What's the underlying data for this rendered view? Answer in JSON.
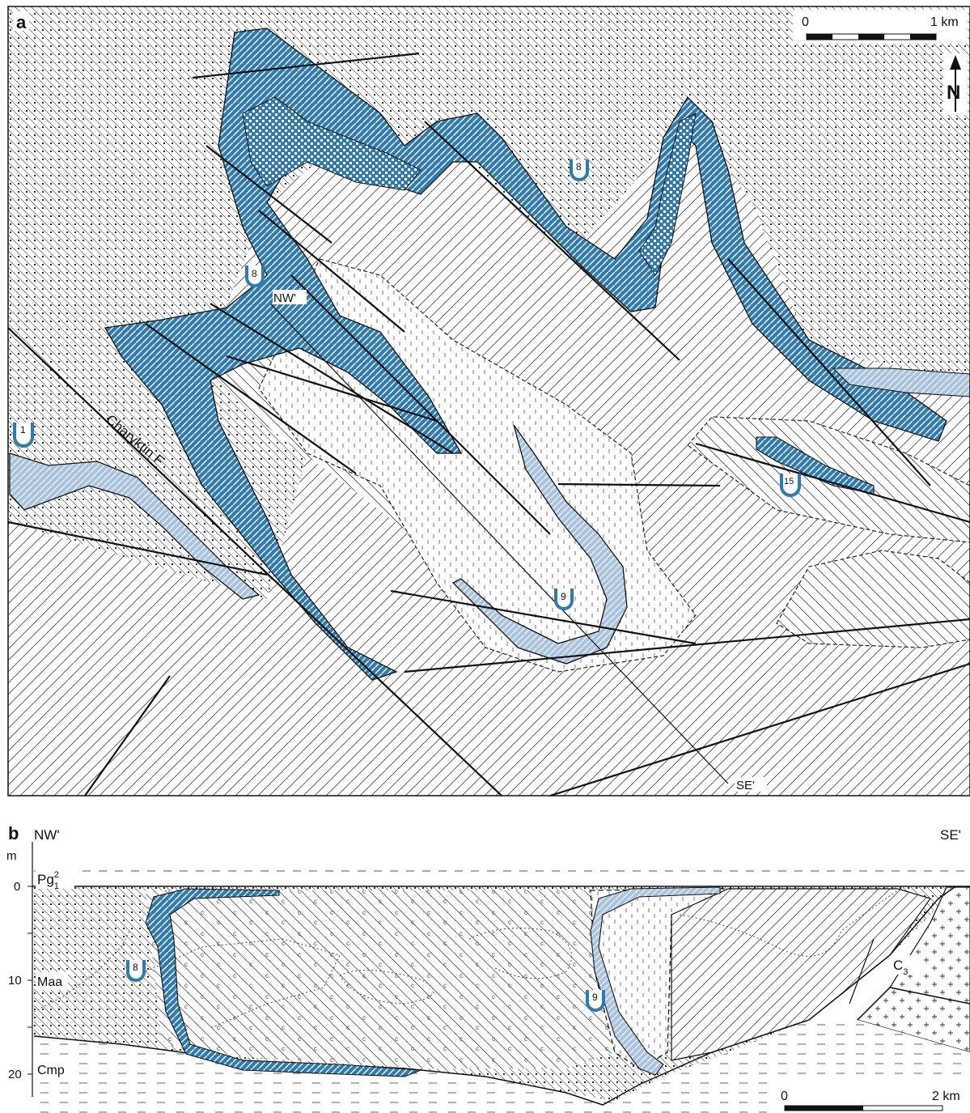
{
  "panel_a": {
    "label": "a",
    "scale": {
      "zero": "0",
      "end": "1 km"
    },
    "north": "N",
    "fault_label": "Charyktin F",
    "nw_label": "NW'",
    "se_label": "SE'",
    "markers": [
      {
        "id": "marker-1",
        "text": "1"
      },
      {
        "id": "marker-8a",
        "text": "8"
      },
      {
        "id": "marker-8b",
        "text": "8"
      },
      {
        "id": "marker-9",
        "text": "9"
      },
      {
        "id": "marker-15",
        "text": "15"
      }
    ]
  },
  "panel_b": {
    "label": "b",
    "nw_label": "NW'",
    "se_label": "SE'",
    "y_unit": "m",
    "y_ticks": [
      "0",
      "10",
      "20"
    ],
    "layers": {
      "pg": "Pg",
      "pg_sup": "2",
      "pg_sub": "1",
      "maa": "Maa",
      "cmp": "Cmp",
      "c3": "C",
      "c3_sub": "3"
    },
    "markers": [
      {
        "id": "marker-8",
        "text": "8"
      },
      {
        "id": "marker-9",
        "text": "9"
      }
    ],
    "scale": {
      "zero": "0",
      "end": "2 km"
    }
  },
  "colors": {
    "dark_blue": "#2f7bb0",
    "light_blue": "#a9c3e2",
    "outline": "#111111"
  }
}
